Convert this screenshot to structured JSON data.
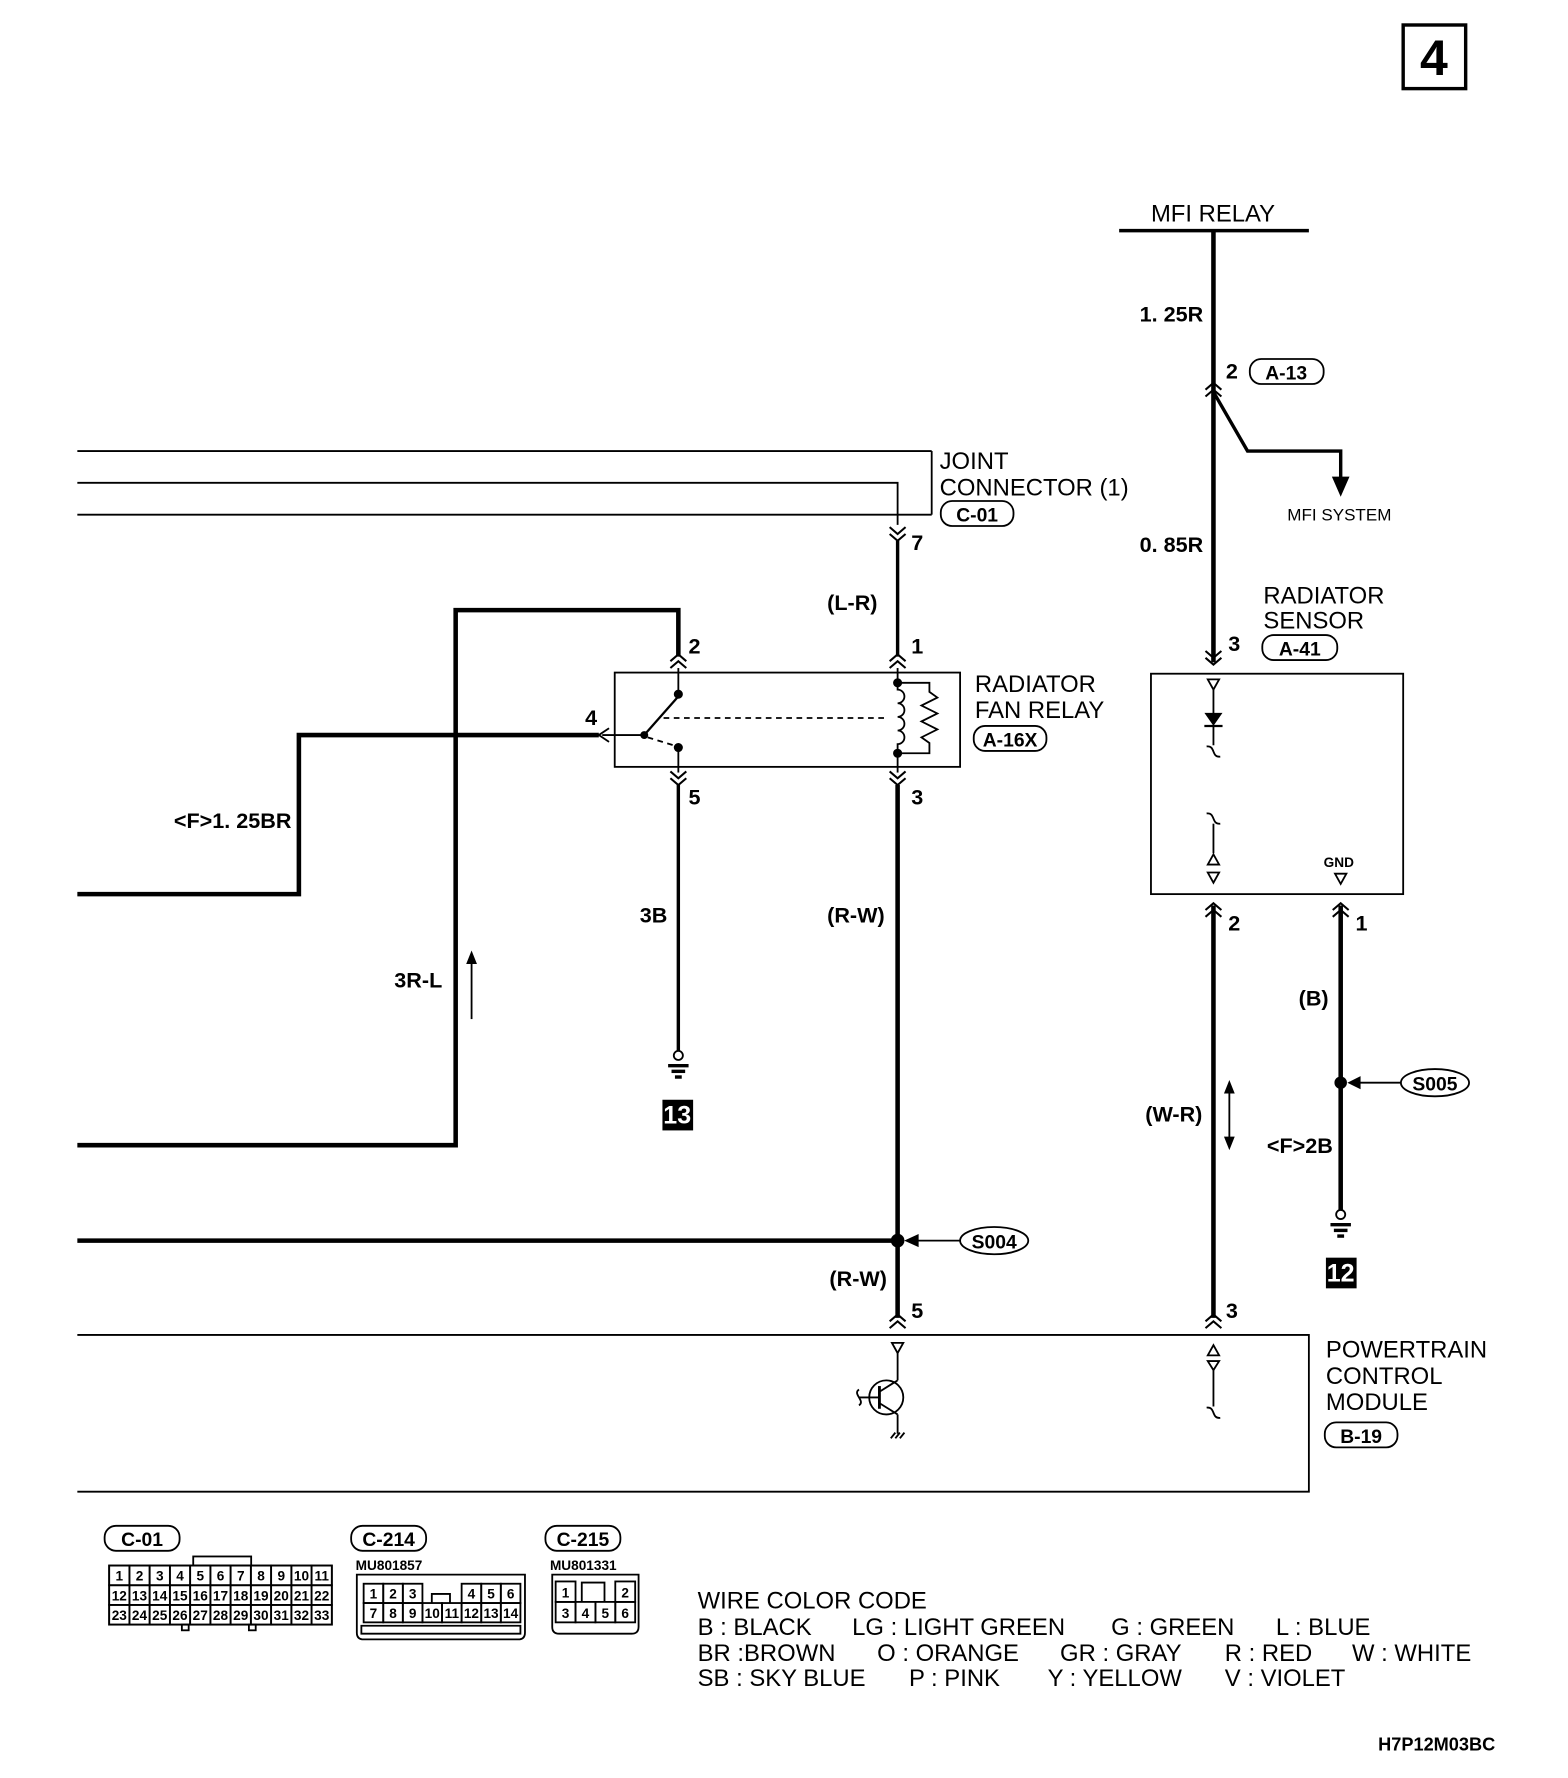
{
  "page_number": "4",
  "mfi_relay": {
    "label": "MFI RELAY",
    "pin": "2",
    "connector": "A-13"
  },
  "mfi_system": "MFI SYSTEM",
  "joint_connector": {
    "line1": "JOINT",
    "line2": "CONNECTOR (1)",
    "connector": "C-01",
    "pin": "7"
  },
  "radiator_fan_relay": {
    "line1": "RADIATOR",
    "line2": "FAN RELAY",
    "connector": "A-16X",
    "pins": {
      "p1": "1",
      "p2": "2",
      "p3": "3",
      "p4": "4",
      "p5": "5"
    }
  },
  "radiator_sensor": {
    "line1": "RADIATOR",
    "line2": "SENSOR",
    "connector": "A-41",
    "gnd": "GND",
    "pins": {
      "p1": "1",
      "p2": "2",
      "p3": "3"
    }
  },
  "powertrain_control_module": {
    "line1": "POWERTRAIN",
    "line2": "CONTROL",
    "line3": "MODULE",
    "connector": "B-19",
    "pins": {
      "p3": "3",
      "p5": "5"
    }
  },
  "wires": {
    "mfi_relay_to_a13": "1. 25R",
    "a13_to_sensor": "0. 85R",
    "joint_to_relay": "(L-R)",
    "relay_pin5_ground": "3B",
    "relay_pin3_down": "(R-W)",
    "relay_pin2_loop": "3R-L",
    "relay_pin4_left": "<F>1. 25BR",
    "splice_to_pcm": "(R-W)",
    "sensor_pin2_to_pcm": "(W-R)",
    "sensor_pin1_upper": "(B)",
    "sensor_pin1_lower": "<F>2B"
  },
  "splices": {
    "s004": "S004",
    "s005": "S005"
  },
  "grounds": {
    "g12": "12",
    "g13": "13"
  },
  "connector_views": [
    {
      "id": "C-01",
      "rows": [
        [
          "1",
          "2",
          "3",
          "4",
          "5",
          "6",
          "7",
          "8",
          "9",
          "10",
          "11"
        ],
        [
          "12",
          "13",
          "14",
          "15",
          "16",
          "17",
          "18",
          "19",
          "20",
          "21",
          "22"
        ],
        [
          "23",
          "24",
          "25",
          "26",
          "27",
          "28",
          "29",
          "30",
          "31",
          "32",
          "33"
        ]
      ]
    },
    {
      "id": "C-214",
      "part_no": "MU801857",
      "rows": [
        [
          "1",
          "2",
          "3",
          null,
          null,
          "4",
          "5",
          "6"
        ],
        [
          "7",
          "8",
          "9",
          "10",
          "11",
          "12",
          "13",
          "14"
        ]
      ]
    },
    {
      "id": "C-215",
      "part_no": "MU801331",
      "rows": [
        [
          "1",
          null,
          null,
          "2"
        ],
        [
          "3",
          "4",
          "5",
          "6"
        ]
      ]
    }
  ],
  "wire_color_code": {
    "title": "WIRE COLOR CODE",
    "rows": [
      [
        "B : BLACK",
        "LG : LIGHT GREEN",
        "G : GREEN",
        "L : BLUE"
      ],
      [
        "BR :BROWN",
        "O : ORANGE",
        "GR : GRAY",
        "R : RED",
        "W : WHITE"
      ],
      [
        "SB : SKY BLUE",
        "P : PINK",
        "Y : YELLOW",
        "V : VIOLET"
      ]
    ]
  },
  "drawing_code": "H7P12M03BC"
}
